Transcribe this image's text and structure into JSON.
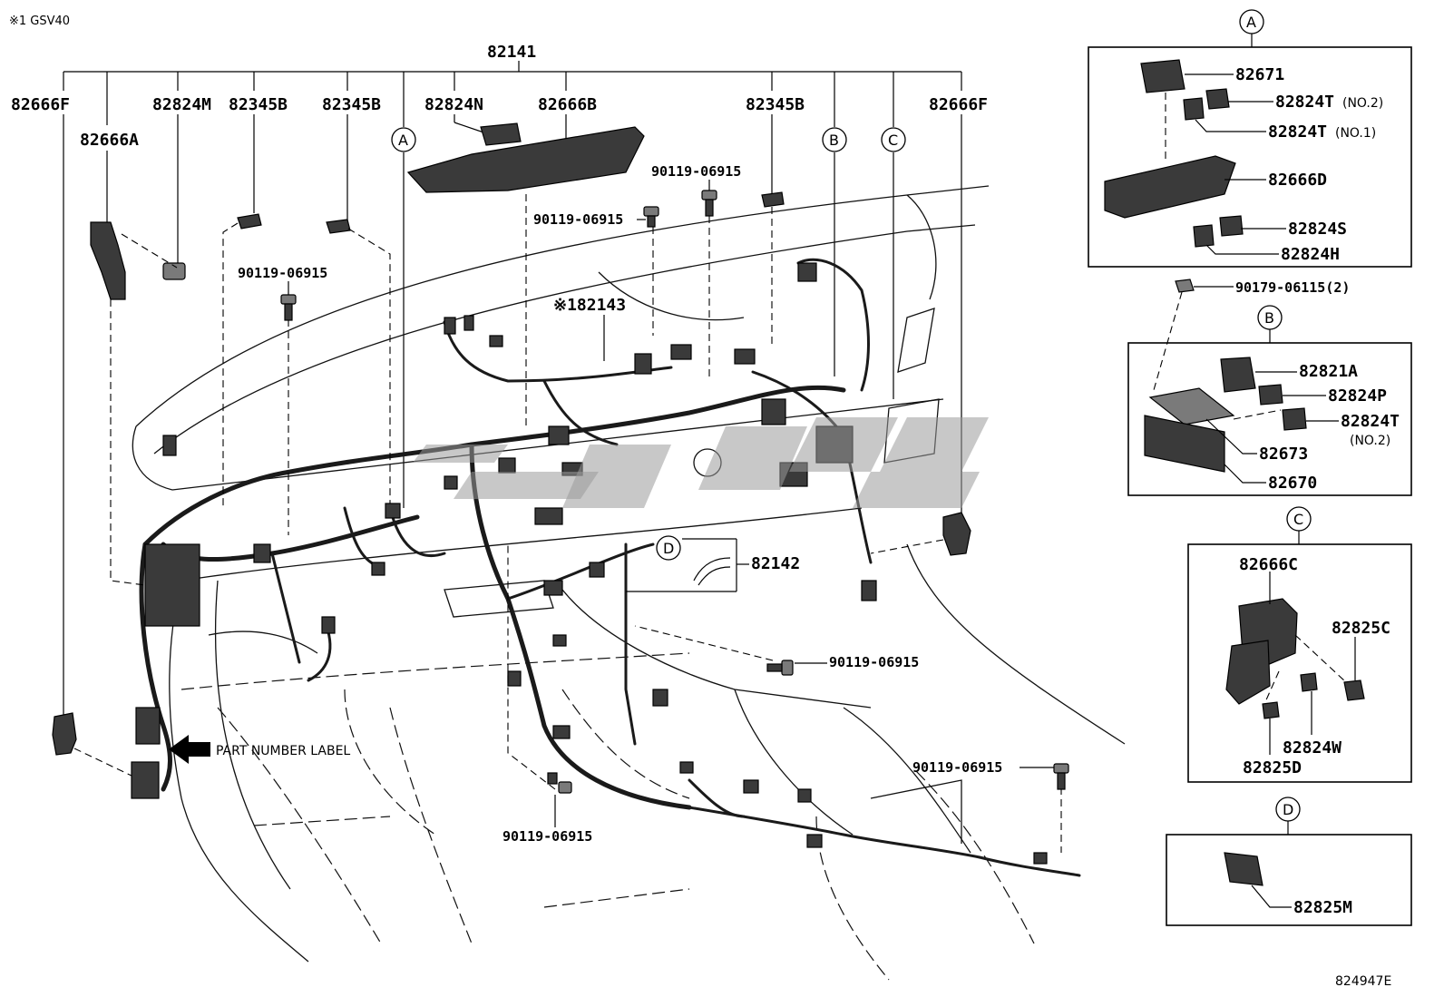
{
  "header_note": "※1 GSV40",
  "main_harness_label": "82141",
  "top_labels": {
    "p82666F_left": "82666F",
    "p82666A": "82666A",
    "p82824M": "82824M",
    "p82345B_1": "82345B",
    "p82345B_2": "82345B",
    "p82824N": "82824N",
    "p82666B": "82666B",
    "p82345B_3": "82345B",
    "p82666F_right": "82666F"
  },
  "bolt_labels": {
    "b1": "90119-06915",
    "b2": "90119-06915",
    "b3": "90119-06915",
    "b4": "90119-06915",
    "b5": "90119-06915",
    "b6": "90119-06915"
  },
  "mid_labels": {
    "p82143": "※182143",
    "p82142": "82142",
    "part_number_label": "PART NUMBER LABEL"
  },
  "callouts": {
    "A": "A",
    "B": "B",
    "C": "C",
    "D": "D"
  },
  "detail_A": {
    "letter": "A",
    "p1": "82671",
    "p2": "82824T",
    "p2_note": "(NO.2)",
    "p3": "82824T",
    "p3_note": "(NO.1)",
    "p4": "82666D",
    "p5": "82824S",
    "p6": "82824H"
  },
  "clip_label": "90179-06115(2)",
  "detail_B": {
    "letter": "B",
    "p1": "82821A",
    "p2": "82824P",
    "p3": "82824T",
    "p3_note": "(NO.2)",
    "p4": "82673",
    "p5": "82670"
  },
  "detail_C": {
    "letter": "C",
    "p1": "82666C",
    "p2": "82825C",
    "p3": "82824W",
    "p4": "82825D"
  },
  "detail_D": {
    "letter": "D",
    "p1": "82825M"
  },
  "footer_code": "824947E"
}
